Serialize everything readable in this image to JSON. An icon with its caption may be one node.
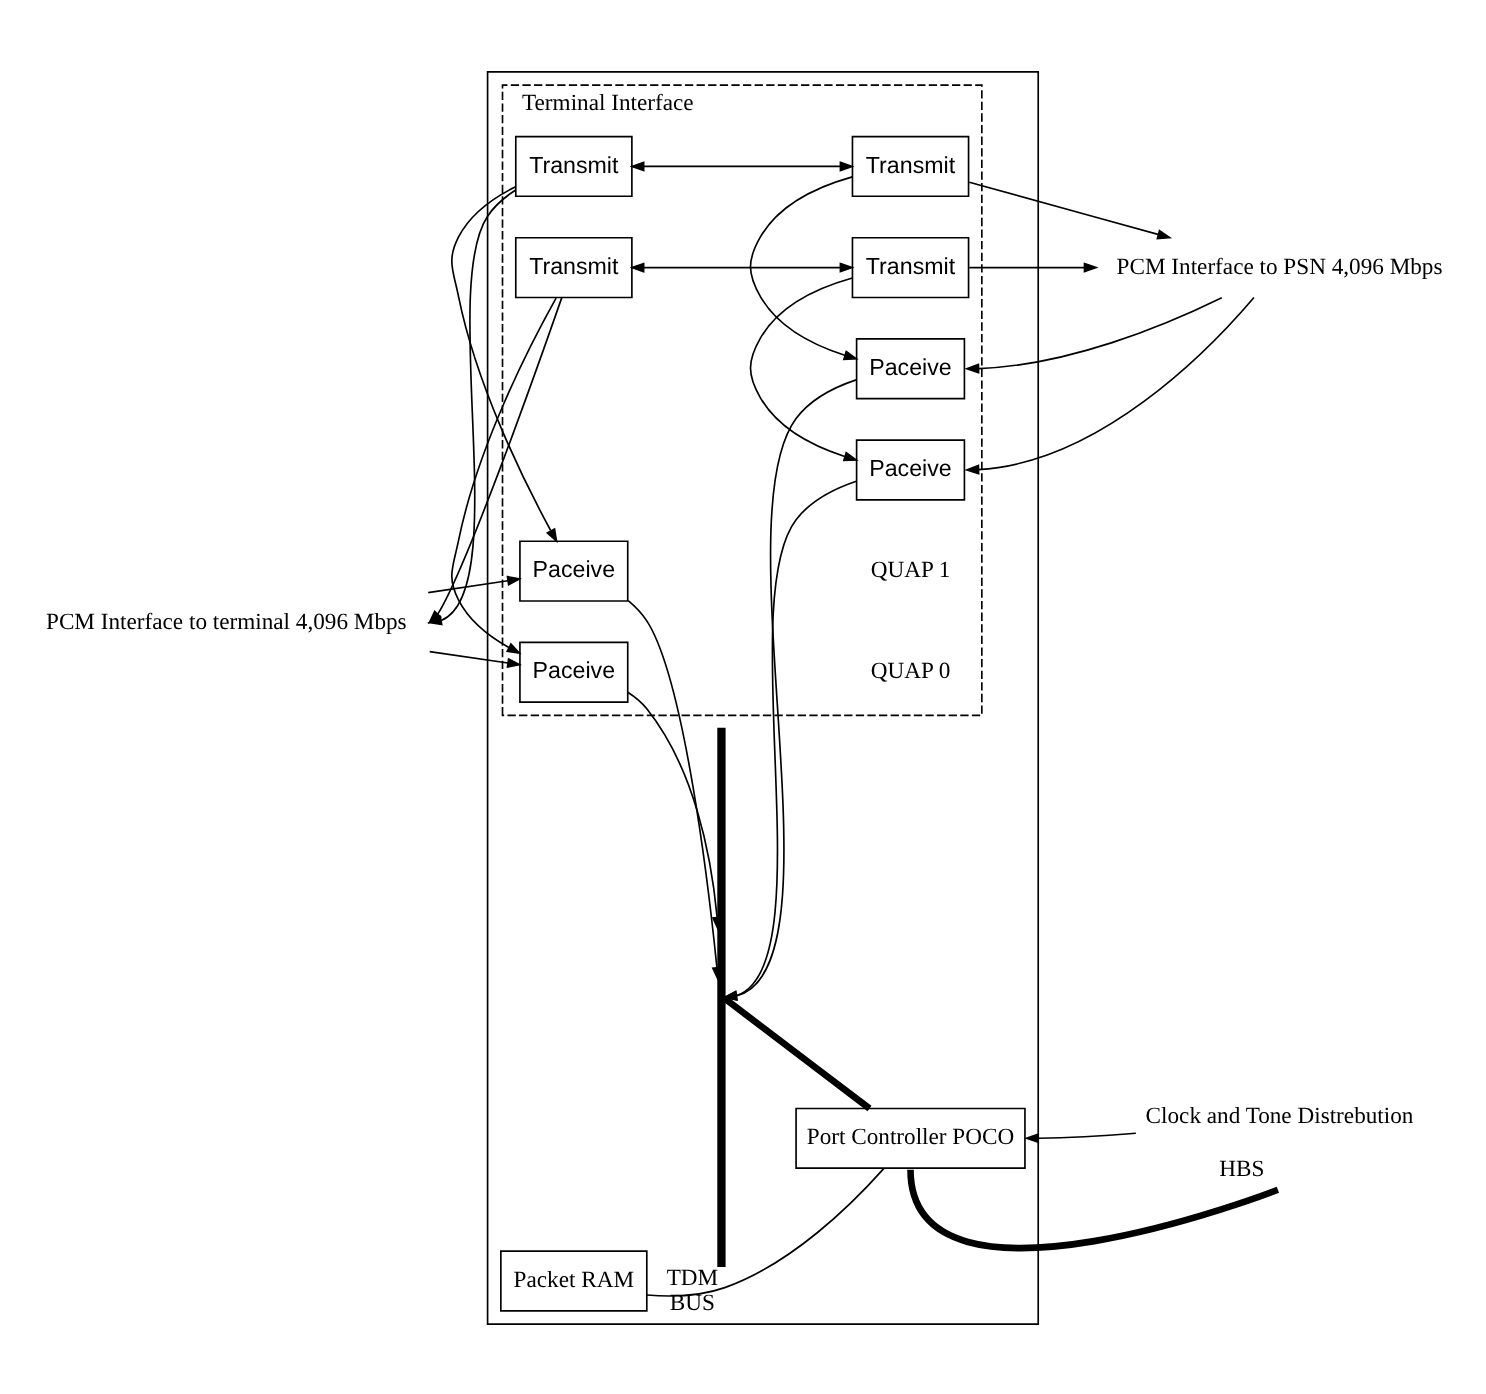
{
  "diagram": {
    "nodes": [
      {
        "text": [],
        "shape": "box"
      },
      {
        "text": [
          "Terminal Interface"
        ],
        "in": 0
      },
      {
        "text": [
          "Paceive"
        ],
        "in": 1
      },
      {
        "text": [
          "Paceive"
        ],
        "in": 1
      },
      {
        "text": [
          "Transmit"
        ],
        "in": 1
      },
      {
        "text": [
          "Transmit"
        ],
        "in": 1
      },
      {
        "text": [
          "Paceive"
        ],
        "in": 1
      },
      {
        "text": [
          "Paceive"
        ],
        "in": 1
      },
      {
        "text": [
          "Transmit"
        ],
        "in": 1
      },
      {
        "text": [
          "Transmit"
        ],
        "in": 1
      },
      {
        "text": [],
        "shape": "bar",
        "beside": [
          "TDM",
          "BUS"
        ],
        "in": 0
      },
      {
        "text": [
          "Packet RAM"
        ],
        "in": 0
      },
      {
        "text": [
          "Port Controller POCO"
        ],
        "in": 0
      },
      {
        "text": [
          "Clock and Tone Distrebution"
        ]
      },
      {
        "text": [
          "PCM Interface to terminal 4,096 Mbps"
        ]
      },
      {
        "text": [
          "PCM Interface to PSN 4,096 Mbps"
        ]
      }
    ],
    "edges": [
      {
        "from": 14,
        "to": 2,
        "arrow": "to"
      },
      {
        "from": 15,
        "to": 3,
        "arrow": "to"
      },
      {
        "from": 2,
        "to": 10,
        "arrow": "to"
      },
      {
        "from": 3,
        "to": 10,
        "arrow": "to"
      },
      {
        "from": 4,
        "to": 2,
        "arrow": "to"
      },
      {
        "from": 5,
        "to": 3,
        "arrow": "to"
      },
      {
        "from": 4,
        "to": 14,
        "arrow": "to"
      },
      {
        "from": 4,
        "to": 5,
        "arrow": "both"
      },
      {
        "from": 5,
        "to": 15,
        "arrow": "to"
      },
      {
        "from": 14,
        "to": 6,
        "arrow": "to"
      },
      {
        "from": 15,
        "to": 7,
        "arrow": "to"
      },
      {
        "from": 6,
        "to": 10,
        "arrow": "to"
      },
      {
        "from": 7,
        "to": 10,
        "arrow": "to"
      },
      {
        "from": 8,
        "to": 6,
        "arrow": "to"
      },
      {
        "from": 9,
        "to": 7,
        "arrow": "to"
      },
      {
        "from": 8,
        "to": 14,
        "arrow": "to"
      },
      {
        "from": 8,
        "to": 9,
        "arrow": "both"
      },
      {
        "from": 9,
        "to": 15,
        "arrow": "to"
      },
      {
        "from": 10,
        "to": 12,
        "arrow": "none",
        "style": "thick"
      },
      {
        "from": 11,
        "to": 12,
        "arrow": "none"
      },
      {
        "from": 13,
        "to": 12,
        "arrow": "to"
      },
      {
        "from": 12,
        "to": null,
        "arrow": "none",
        "style": "thick",
        "label": "HBS"
      }
    ],
    "labels": [
      "QUAP 0",
      "QUAP 1"
    ]
  }
}
